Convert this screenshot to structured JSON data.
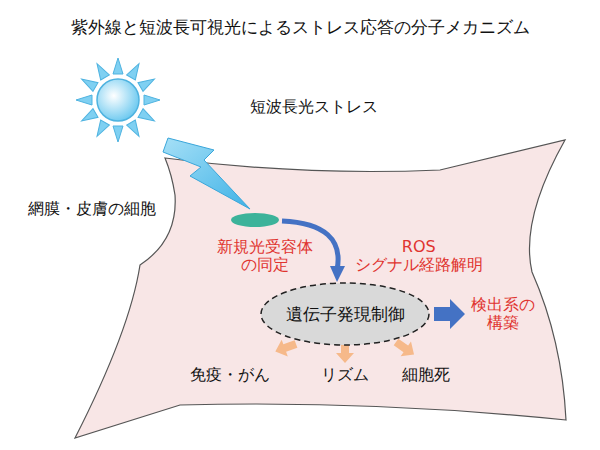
{
  "diagram": {
    "title": "紫外線と短波長可視光によるストレス応答の分子メカニズム",
    "nodes": [
      {
        "text": [
          "網膜・皮膚の細胞"
        ]
      },
      {
        "text": [
          "遺伝子発現制御"
        ],
        "in": 0
      }
    ],
    "labels": [
      "短波長光ストレス",
      "新規光受容体 の同定",
      "ROS シグナル経路解明",
      "検出系の 構築",
      "免疫・がん",
      "リズム",
      "細胞死"
    ]
  }
}
